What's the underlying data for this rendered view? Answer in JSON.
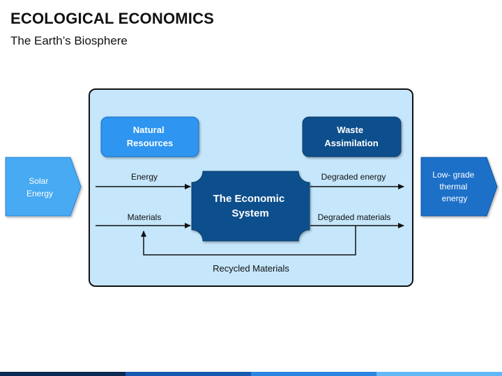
{
  "header": {
    "title": "ECOLOGICAL ECONOMICS",
    "subtitle": "The Earth’s Biosphere"
  },
  "diagram": {
    "natural_resources": [
      "Natural",
      "Resources"
    ],
    "waste_assimilation": [
      "Waste",
      "Assimilation"
    ],
    "economic_system": [
      "The Economic",
      "System"
    ],
    "solar_energy": [
      "Solar",
      "Energy"
    ],
    "low_grade_energy": [
      "Low- grade",
      "thermal",
      "energy"
    ],
    "energy_label": "Energy",
    "materials_label": "Materials",
    "degraded_energy_label": "Degraded energy",
    "degraded_materials_label": "Degraded materials",
    "recycled_label": "Recycled Materials"
  },
  "colors": {
    "biosphere_fill": "#c5e6fb",
    "light_blue": "#2e95f0",
    "dark_blue": "#0d4f8c",
    "mid_blue": "#1a6fc8",
    "solar_blue": "#46aaf2",
    "footer": [
      "#0b2a55",
      "#1559b0",
      "#2a86e0",
      "#63b7f5"
    ]
  }
}
